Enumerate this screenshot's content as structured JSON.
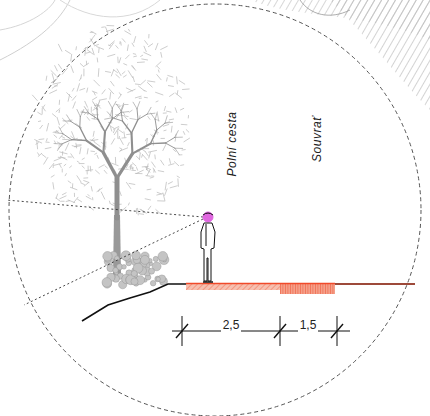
{
  "diagram": {
    "labels": [
      "Polní cesta",
      "Souvrať",
      "2,5",
      "1,5"
    ]
  }
}
